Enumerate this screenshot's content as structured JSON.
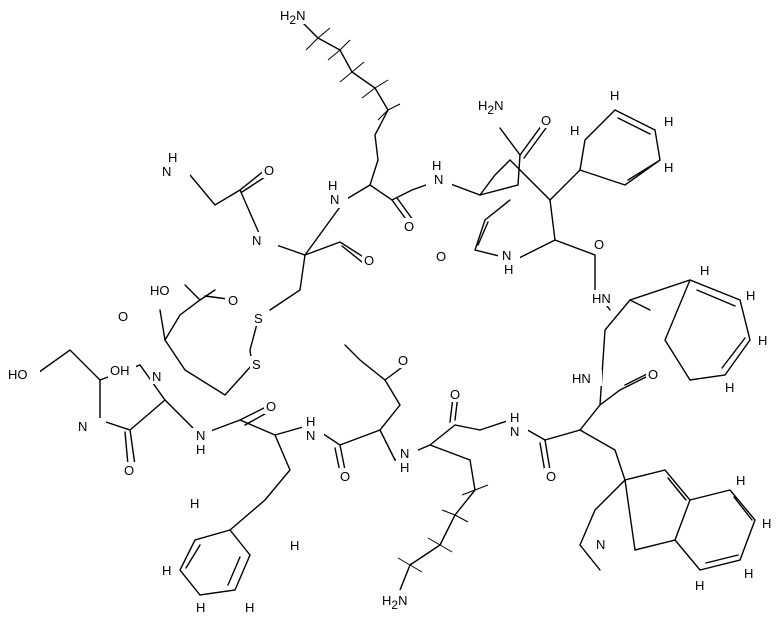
{
  "diagram": {
    "labels": {
      "nh2": "NH",
      "sub2": "2",
      "h2n": "H",
      "n": "N",
      "h": "H",
      "o": "O",
      "s": "S",
      "oh": "OH",
      "ho": "HO",
      "hn": "HN"
    }
  },
  "colors": {
    "ink": "#000000",
    "background": "#ffffff"
  }
}
